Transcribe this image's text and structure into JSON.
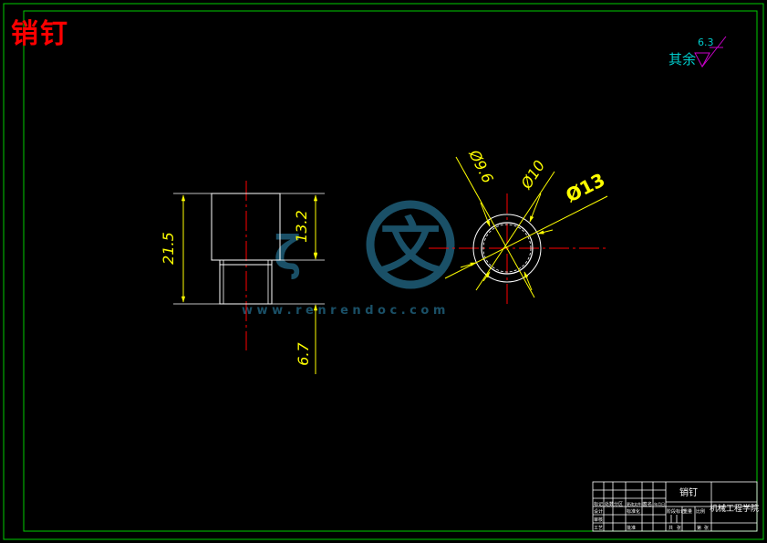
{
  "drawing": {
    "title": "销钉",
    "roughness": {
      "label": "其余",
      "value": "6.3"
    },
    "side_view": {
      "dims": {
        "total_height": "21.5",
        "body_height": "13.2",
        "lower_height": "6.7"
      }
    },
    "top_view": {
      "dims": {
        "d_outer": "Ø13",
        "d_mid": "Ø10",
        "d_inner": "Ø9.6"
      }
    },
    "watermark": {
      "glyph": "文",
      "url": "w w w . r e n r e n d o c . c o m"
    },
    "title_block": {
      "part_name": "销钉",
      "school": "机械工程学院",
      "cells": [
        "标记",
        "处数",
        "分区",
        "更改文件号",
        "签名",
        "年月日",
        "设计",
        "标准化",
        "阶段标记",
        "重量",
        "比例",
        "审核",
        "工艺",
        "批准",
        "共",
        "张",
        "第",
        "张"
      ]
    },
    "colors": {
      "background": "#000000",
      "frame": "#00cc00",
      "outline": "#ffffff",
      "center": "#ff0000",
      "dimension": "#ffff00",
      "annotation": "#00cccc",
      "symbol": "#cc00cc",
      "title": "#ff0000",
      "watermark": "#1f5f7a"
    }
  }
}
